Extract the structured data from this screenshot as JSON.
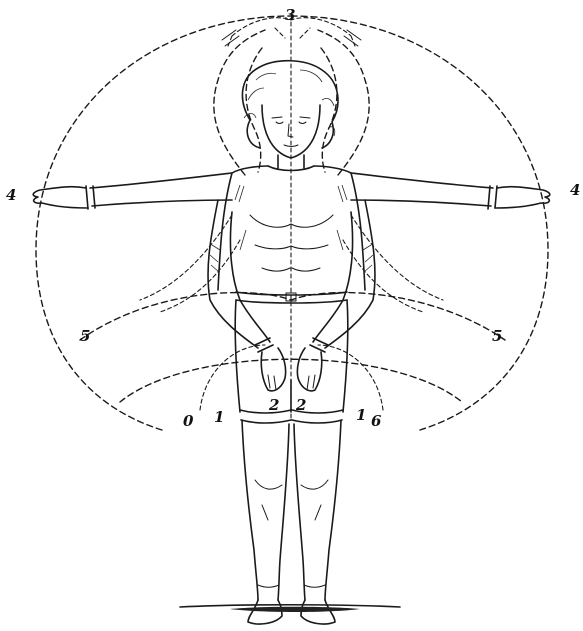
{
  "labels": {
    "top": "3",
    "left_arm": "4",
    "right_arm": "4",
    "left_diag": "5",
    "right_diag": "5",
    "left_outer_low": "0",
    "left_inner_low": "1",
    "left_hand": "2",
    "right_hand": "2",
    "right_inner_low": "1",
    "right_outer_low": "6"
  },
  "colors": {
    "ink": "#1a1a1a",
    "paper": "#ffffff"
  }
}
